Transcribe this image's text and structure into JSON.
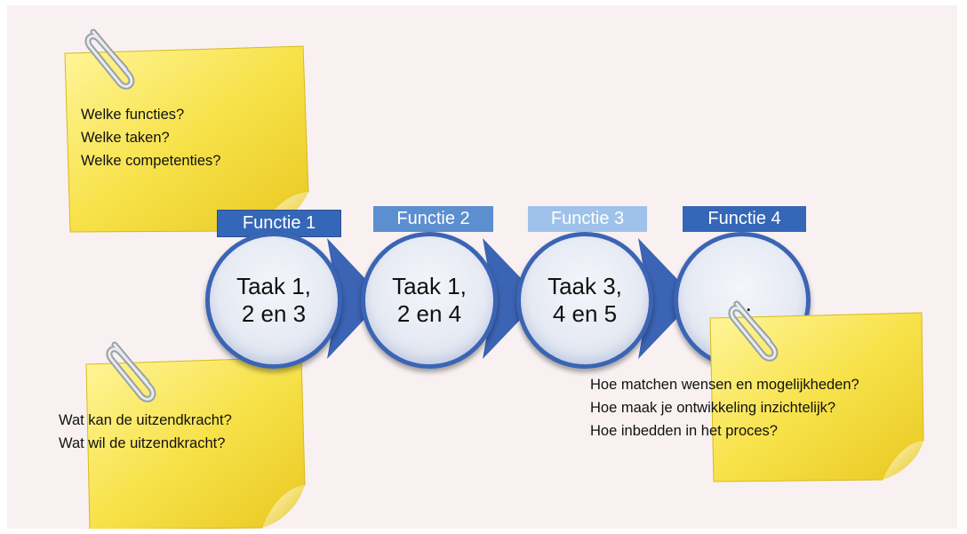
{
  "notes": {
    "top_left": {
      "lines": [
        "Welke functies?",
        "Welke taken?",
        "Welke competenties?"
      ]
    },
    "bottom_left": {
      "lines": [
        "Wat kan de uitzendkracht?",
        "Wat wil de uitzendkracht?"
      ]
    },
    "right": {
      "lines": [
        "Hoe matchen wensen en mogelijkheden?",
        "Hoe maak je ontwikkeling inzichtelijk?",
        "Hoe inbedden in het proces?"
      ]
    }
  },
  "functions": [
    {
      "label": "Functie 1",
      "tasks": "Taak 1,\n2 en 3",
      "label_color": "#3567b8"
    },
    {
      "label": "Functie 2",
      "tasks": "Taak 1,\n2 en 4",
      "label_color": "#5b8fd0"
    },
    {
      "label": "Functie 3",
      "tasks": "Taak 3,\n4 en 5",
      "label_color": "#9fc2ea"
    },
    {
      "label": "Functie 4",
      "tasks": "...",
      "label_color": "#3567b8"
    }
  ],
  "colors": {
    "background": "#f9f1f1",
    "note_fill": "#f7e24a",
    "arrow": "#3b64b4"
  },
  "icons": [
    "paperclip-icon",
    "paperclip-icon",
    "paperclip-icon"
  ]
}
